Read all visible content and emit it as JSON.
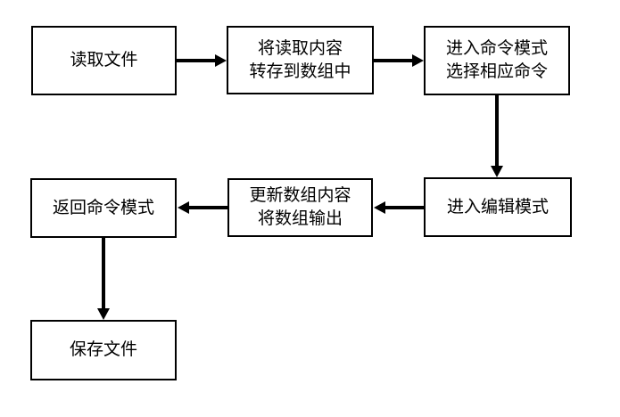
{
  "diagram": {
    "title": "text-editor-flowchart",
    "colors": {
      "background": "#ffffff",
      "node_border": "#000000",
      "node_fill": "#ffffff",
      "text": "#000000",
      "arrow": "#000000"
    },
    "nodes": [
      {
        "id": "read-file",
        "label": "读取文件"
      },
      {
        "id": "store-to-array",
        "label": "将读取内容\n转存到数组中"
      },
      {
        "id": "enter-command-mode",
        "label": "进入命令模式\n选择相应命令"
      },
      {
        "id": "enter-edit-mode",
        "label": "进入编辑模式"
      },
      {
        "id": "update-array",
        "label": "更新数组内容\n将数组输出"
      },
      {
        "id": "return-command",
        "label": "返回命令模式"
      },
      {
        "id": "save-file",
        "label": "保存文件"
      }
    ],
    "edges": [
      {
        "from": "read-file",
        "to": "store-to-array",
        "direction": "right"
      },
      {
        "from": "store-to-array",
        "to": "enter-command-mode",
        "direction": "right"
      },
      {
        "from": "enter-command-mode",
        "to": "enter-edit-mode",
        "direction": "down"
      },
      {
        "from": "enter-edit-mode",
        "to": "update-array",
        "direction": "left"
      },
      {
        "from": "update-array",
        "to": "return-command",
        "direction": "left"
      },
      {
        "from": "return-command",
        "to": "save-file",
        "direction": "down"
      }
    ]
  }
}
